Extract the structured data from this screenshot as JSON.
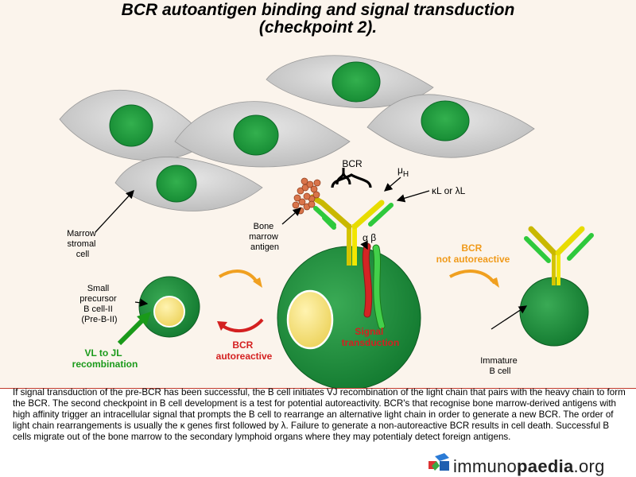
{
  "title": {
    "line1": "BCR autoantigen binding and signal transduction",
    "line2": "(checkpoint 2)."
  },
  "labels": {
    "marrow_stromal": [
      "Marrow",
      "stromal",
      "cell"
    ],
    "bone_marrow_antigen": [
      "Bone",
      "marrow",
      "antigen"
    ],
    "bcr": "BCR",
    "mu_h": "μ",
    "mu_h_sub": "H",
    "kappa_lambda": "κL or λL",
    "alpha_beta": "α β",
    "small_precursor": [
      "Small",
      "precursor",
      "B cell-II",
      "(Pre-B-II)"
    ],
    "vl_jl": "VL to JL",
    "recombination": "recombination",
    "bcr_autoreactive": [
      "BCR",
      "autoreactive"
    ],
    "signal_transduction": [
      "Signal",
      "transduction"
    ],
    "bcr_not_autoreactive": [
      "BCR",
      "not autoreactive"
    ],
    "immature_b_cell": [
      "Immature",
      "B cell"
    ]
  },
  "caption": "If signal transduction of the pre-BCR has been successful, the B cell initiates VJ recombination of the light chain that pairs with the heavy chain to form the BCR. The second checkpoint in B cell development is a test for potential autoreactivity. BCR's that recognise bone marrow-derived antigens with high affinity trigger an intracellular signal that prompts the B cell to rearrange an alternative light chain in order to generate a new BCR. The order of light chain rearrangements is usually the κ genes first followed by λ. Failure to generate a non-autoreactive BCR results in cell death. Successful B cells migrate out of the bone marrow to the secondary lymphoid organs where they may potentialy detect foreign antigens.",
  "logo": {
    "part1": "immuno",
    "part2": "paedia",
    "part3": ".org"
  },
  "colors": {
    "background": "#fbf4ec",
    "cell_green": "#1e8c3c",
    "nucleus_yellow": "#f6e27a",
    "heavy_chain_yellow": "#f2e600",
    "light_chain_green": "#2ec93c",
    "orange_arrow": "#f0a020",
    "red_arrow": "#d42020",
    "green_arrow": "#1a9a1a",
    "orange_text": "#f09a1a",
    "red_text": "#d42020"
  }
}
